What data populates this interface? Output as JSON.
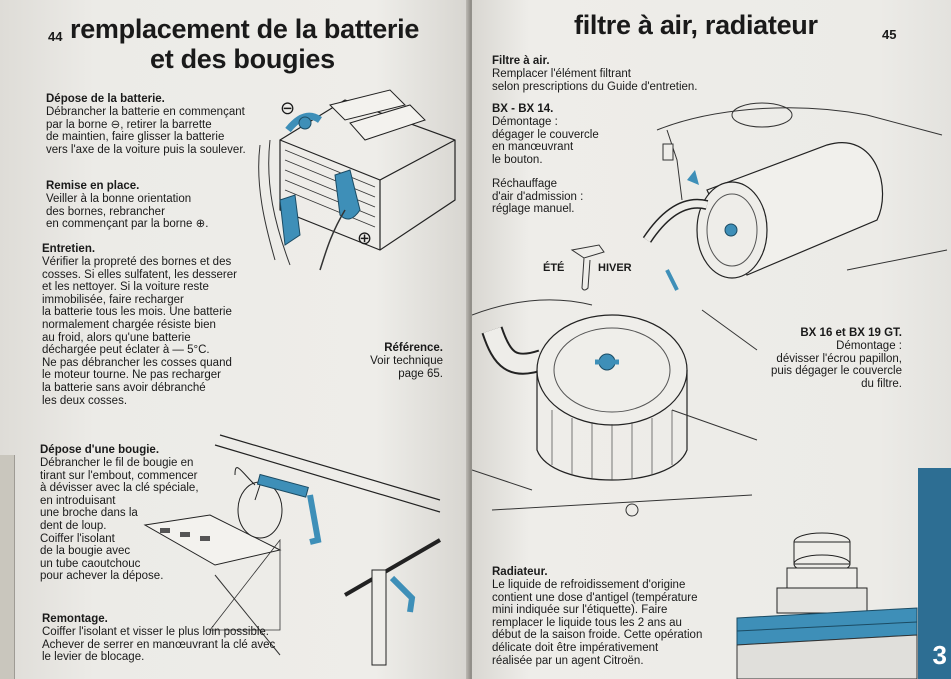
{
  "left": {
    "page_number": "44",
    "title_line1": "remplacement de la batterie",
    "title_line2": "et des bougies",
    "depose_batterie": {
      "heading": "Dépose de la batterie.",
      "text": "Débrancher la batterie en commençant\npar la borne ⊖, retirer la barrette\nde maintien, faire glisser la batterie\nvers l'axe de la voiture puis la soulever."
    },
    "remise": {
      "heading": "Remise en place.",
      "text": "Veiller à la bonne orientation\ndes bornes, rebrancher\nen commençant par la borne ⊕."
    },
    "entretien": {
      "heading": "Entretien.",
      "text": "Vérifier la propreté des bornes et des\ncosses. Si elles sulfatent, les desserer\net les nettoyer. Si la voiture reste\nimmobilisée, faire recharger\nla batterie tous les mois. Une batterie\nnormalement chargée résiste bien\nau froid, alors qu'une batterie\ndéchargée peut éclater à — 5°C.\nNe pas débrancher les cosses quand\nle moteur tourne. Ne pas recharger\nla batterie sans avoir débranché\nles deux cosses."
    },
    "reference": {
      "heading": "Référence.",
      "text": "Voir technique\npage 65."
    },
    "minus_sign": "⊖",
    "plus_sign": "⊕",
    "depose_bougie": {
      "heading": "Dépose d'une bougie.",
      "text": "Débrancher le fil de bougie en\ntirant sur l'embout, commencer\nà dévisser avec la clé spéciale,\nen introduisant\nune broche dans la\ndent de loup.\nCoiffer l'isolant\nde la bougie avec\nun tube caoutchouc\npour achever la dépose."
    },
    "remontage": {
      "heading": "Remontage.",
      "text": "Coiffer l'isolant et visser le plus loin possible.\nAchever de serrer en manœuvrant la clé avec\nle levier de blocage."
    }
  },
  "right": {
    "page_number": "45",
    "title": "filtre à air, radiateur",
    "filtre": {
      "heading": "Filtre à air.",
      "text": "Remplacer l'élément filtrant\nselon prescriptions du Guide d'entretien."
    },
    "bx14": {
      "heading": "BX - BX 14.",
      "text": "Démontage :\ndégager le couvercle\nen manœuvrant\nle bouton."
    },
    "rechauffage": {
      "text": "Réchauffage\nd'air d'admission :\nréglage manuel."
    },
    "ete": "ÉTÉ",
    "hiver": "HIVER",
    "bx16": {
      "heading": "BX 16 et BX 19 GT.",
      "text": "Démontage :\ndévisser l'écrou papillon,\npuis dégager le couvercle\ndu filtre."
    },
    "radiateur": {
      "heading": "Radiateur.",
      "text": "Le liquide de refroidissement d'origine\ncontient une dose d'antigel (température\nmini indiquée sur l'étiquette). Faire\nremplacer le liquide tous les 2 ans au\ndébut de la saison froide. Cette opération\ndélicate doit être impérativement\nréalisée par un agent Citroën."
    }
  },
  "section_tab": "3",
  "colors": {
    "accent_blue": "#3e8fb8",
    "page_bg": "#eceae6",
    "ink": "#1a1a1a",
    "tab_blue": "#2d6e93"
  }
}
